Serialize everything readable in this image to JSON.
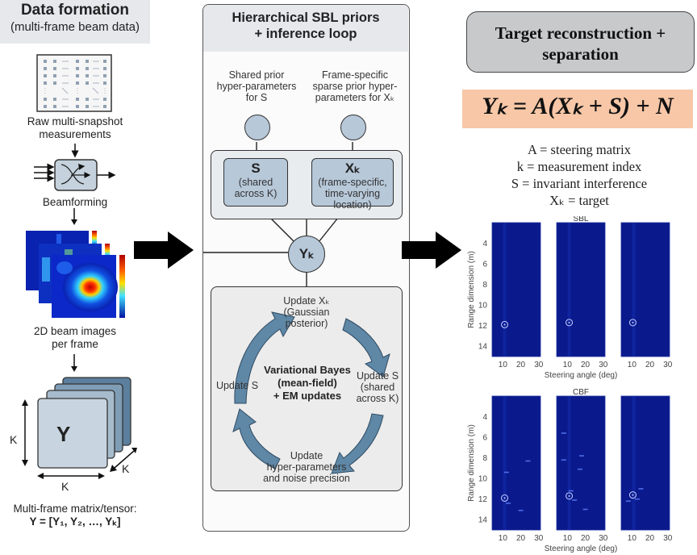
{
  "left": {
    "title": "Data formation",
    "subtitle": "(multi-frame beam data)",
    "raw_label_1": "Raw multi-snapshot",
    "raw_label_2": "measurements",
    "beamforming_label": "Beamforming",
    "beam_images_label_1": "2D beam images",
    "beam_images_label_2": "per frame",
    "tensor_symbol": "Y",
    "dim_label": "K",
    "tensor_caption_1": "Multi-frame matrix/tensor:",
    "tensor_caption_2": "Y = [Y₁, Y₂, …, Yₖ]"
  },
  "center": {
    "title_1": "Hierarchical SBL priors",
    "title_2": "+ inference loop",
    "shared_prior_1": "Shared prior",
    "shared_prior_2": "hyper-parameters",
    "shared_prior_3": "for S",
    "frame_prior_1": "Frame-specific",
    "frame_prior_2": "sparse prior hyper-",
    "frame_prior_3": "parameters for Xₖ",
    "s_node_symbol": "S",
    "s_node_desc_1": "(shared",
    "s_node_desc_2": "across K)",
    "x_node_symbol": "Xₖ",
    "x_node_desc_1": "(frame-specific,",
    "x_node_desc_2": "time-varying",
    "x_node_desc_3": "location)",
    "y_node_symbol": "Yₖ",
    "loop": {
      "top_1": "Update Xₖ",
      "top_2": "(Gaussian",
      "top_3": "posterior)",
      "right_1": "Update S",
      "right_2": "(shared",
      "right_3": "across K)",
      "bottom_1": "Update",
      "bottom_2": "hyper-parameters",
      "bottom_3": "and noise precision",
      "left_1": "Update S",
      "center_1": "Variational Bayes",
      "center_2": "(mean-field)",
      "center_3": "+ EM updates"
    }
  },
  "right": {
    "title_1": "Target reconstruction +",
    "title_2": "separation",
    "equation": "Yₖ = A(Xₖ + S) + N",
    "legend": [
      "A = steering matrix",
      "k = measurement index",
      "S = invariant  interference",
      "Xₖ = target"
    ],
    "colors": {
      "equation_bg": "#f7c7a7",
      "title_bg": "#c8c9cb",
      "plot_bg": "#0a1a8c",
      "node_fill": "#b7c8d9",
      "loop_arrow": "#5f87a6"
    }
  },
  "chart_data": [
    {
      "type": "heatmap",
      "title": "SBL",
      "xlabel": "Steering angle (deg)",
      "ylabel": "Range dimension (m)",
      "xticks": [
        10,
        20,
        30
      ],
      "yticks": [
        4,
        6,
        8,
        10,
        12,
        14
      ],
      "xlim": [
        4,
        31
      ],
      "ylim": [
        15,
        2
      ],
      "panels": 3,
      "target_markers": [
        {
          "panel": 1,
          "angle": 11,
          "range": 11.9
        },
        {
          "panel": 2,
          "angle": 11,
          "range": 11.7
        },
        {
          "panel": 3,
          "angle": 10.5,
          "range": 11.7
        }
      ],
      "clutter": []
    },
    {
      "type": "heatmap",
      "title": "CBF",
      "xlabel": "Steering angle (deg)",
      "ylabel": "Range dimension (m)",
      "xticks": [
        10,
        20,
        30
      ],
      "yticks": [
        4,
        6,
        8,
        10,
        12,
        14
      ],
      "xlim": [
        4,
        31
      ],
      "ylim": [
        15,
        2
      ],
      "panels": 3,
      "target_markers": [
        {
          "panel": 1,
          "angle": 11,
          "range": 11.9
        },
        {
          "panel": 2,
          "angle": 11,
          "range": 11.7
        },
        {
          "panel": 3,
          "angle": 10.5,
          "range": 11.6
        }
      ],
      "clutter": [
        {
          "panel": 1,
          "angle": 24,
          "range": 8.3
        },
        {
          "panel": 1,
          "angle": 13,
          "range": 12.4
        },
        {
          "panel": 1,
          "angle": 20,
          "range": 13.1
        },
        {
          "panel": 1,
          "angle": 12,
          "range": 9.4
        },
        {
          "panel": 2,
          "angle": 8,
          "range": 5.6
        },
        {
          "panel": 2,
          "angle": 8,
          "range": 8.2
        },
        {
          "panel": 2,
          "angle": 18,
          "range": 7.8
        },
        {
          "panel": 2,
          "angle": 17,
          "range": 9.1
        },
        {
          "panel": 2,
          "angle": 14,
          "range": 12.1
        },
        {
          "panel": 2,
          "angle": 20,
          "range": 13.0
        },
        {
          "panel": 2,
          "angle": 12,
          "range": 11.2
        },
        {
          "panel": 3,
          "angle": 15,
          "range": 11.0
        },
        {
          "panel": 3,
          "angle": 13,
          "range": 12.0
        },
        {
          "panel": 3,
          "angle": 8,
          "range": 12.2
        }
      ]
    }
  ]
}
